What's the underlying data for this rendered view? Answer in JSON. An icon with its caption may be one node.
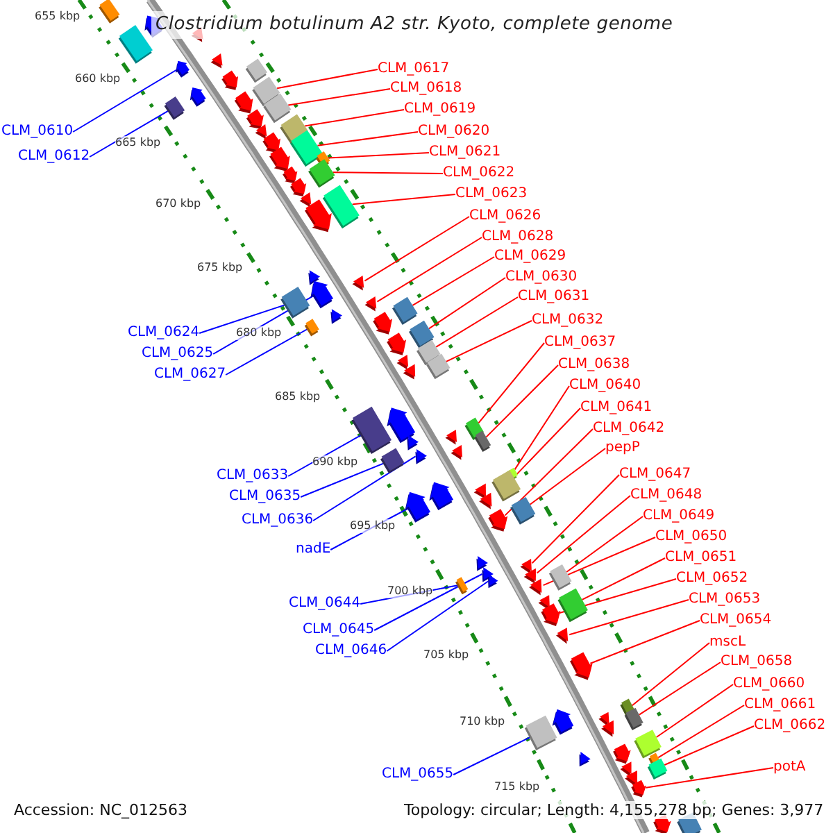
{
  "diagram": {
    "title": "Clostridium botulinum A2 str. Kyoto, complete genome",
    "nodes": [
      {
        "text": [
          "CLM_0617"
        ]
      },
      {
        "text": [
          "CLM_0618"
        ]
      },
      {
        "text": [
          "CLM_0619"
        ]
      },
      {
        "text": [
          "CLM_0610"
        ]
      },
      {
        "text": [
          "CLM_0620"
        ]
      },
      {
        "text": [
          "CLM_0621"
        ]
      },
      {
        "text": [
          "CLM_0612"
        ]
      },
      {
        "text": [
          "CLM_0622"
        ]
      },
      {
        "text": [
          "CLM_0623"
        ]
      },
      {
        "text": [
          "CLM_0626"
        ]
      },
      {
        "text": [
          "CLM_0628"
        ]
      },
      {
        "text": [
          "CLM_0629"
        ]
      },
      {
        "text": [
          "CLM_0630"
        ]
      },
      {
        "text": [
          "CLM_0631"
        ]
      },
      {
        "text": [
          "CLM_0632"
        ]
      },
      {
        "text": [
          "CLM_0624"
        ]
      },
      {
        "text": [
          "CLM_0637"
        ]
      },
      {
        "text": [
          "CLM_0625"
        ]
      },
      {
        "text": [
          "CLM_0638"
        ]
      },
      {
        "text": [
          "CLM_0627"
        ]
      },
      {
        "text": [
          "CLM_0640"
        ]
      },
      {
        "text": [
          "CLM_0641"
        ]
      },
      {
        "text": [
          "CLM_0642"
        ]
      },
      {
        "text": [
          "pepP"
        ]
      },
      {
        "text": [
          "CLM_0647"
        ]
      },
      {
        "text": [
          "CLM_0633"
        ]
      },
      {
        "text": [
          "CLM_0648"
        ]
      },
      {
        "text": [
          "CLM_0635"
        ]
      },
      {
        "text": [
          "CLM_0649"
        ]
      },
      {
        "text": [
          "CLM_0636"
        ]
      },
      {
        "text": [
          "CLM_0650"
        ]
      },
      {
        "text": [
          "nadE"
        ]
      },
      {
        "text": [
          "CLM_0651"
        ]
      },
      {
        "text": [
          "CLM_0652"
        ]
      },
      {
        "text": [
          "CLM_0653"
        ]
      },
      {
        "text": [
          "CLM_0644"
        ]
      },
      {
        "text": [
          "CLM_0654"
        ]
      },
      {
        "text": [
          "CLM_0645"
        ]
      },
      {
        "text": [
          "mscL"
        ]
      },
      {
        "text": [
          "CLM_0646"
        ]
      },
      {
        "text": [
          "CLM_0658"
        ]
      },
      {
        "text": [
          "CLM_0660"
        ]
      },
      {
        "text": [
          "CLM_0661"
        ]
      },
      {
        "text": [
          "CLM_0662"
        ]
      },
      {
        "text": [
          "potA"
        ]
      },
      {
        "text": [
          "CLM_0655"
        ]
      },
      {
        "text": [],
        "shape": "box"
      },
      {
        "text": [],
        "shape": "pentagon"
      },
      {
        "text": [],
        "shape": "triangle"
      },
      {
        "text": [],
        "shape": "box"
      },
      {
        "text": [],
        "shape": "triangle"
      },
      {
        "text": [],
        "shape": "pentagon"
      },
      {
        "text": [],
        "shape": "box"
      },
      {
        "text": [],
        "shape": "pentagon"
      },
      {
        "text": [],
        "shape": "box"
      },
      {
        "text": [],
        "shape": "pentagon"
      },
      {
        "text": [],
        "shape": "pentagon"
      },
      {
        "text": [],
        "shape": "box"
      },
      {
        "text": [],
        "shape": "box"
      },
      {
        "text": [],
        "shape": "pentagon"
      },
      {
        "text": [],
        "shape": "box"
      },
      {
        "text": [],
        "shape": "triangle"
      },
      {
        "text": [],
        "shape": "pentagon"
      },
      {
        "text": [],
        "shape": "box"
      },
      {
        "text": [],
        "shape": "box"
      },
      {
        "text": [],
        "shape": "pentagon"
      },
      {
        "text": [],
        "shape": "box"
      },
      {
        "text": [],
        "shape": "pentagon"
      },
      {
        "text": [],
        "shape": "pentagon"
      },
      {
        "text": [],
        "shape": "triangle"
      },
      {
        "text": [],
        "shape": "box"
      },
      {
        "text": [],
        "shape": "pentagon"
      },
      {
        "text": [],
        "shape": "triangle"
      },
      {
        "text": [],
        "shape": "triangle"
      },
      {
        "text": [],
        "shape": "pentagon"
      },
      {
        "text": [],
        "shape": "box"
      },
      {
        "text": [],
        "shape": "triangle"
      },
      {
        "text": [],
        "shape": "box"
      },
      {
        "text": [],
        "shape": "triangle"
      },
      {
        "text": [],
        "shape": "pentagon"
      },
      {
        "text": [],
        "shape": "box"
      },
      {
        "text": [],
        "shape": "box"
      },
      {
        "text": [],
        "shape": "pentagon"
      },
      {
        "text": [],
        "shape": "box"
      },
      {
        "text": [],
        "shape": "triangle"
      },
      {
        "text": [],
        "shape": "box"
      },
      {
        "text": [],
        "shape": "triangle"
      },
      {
        "text": [],
        "shape": "pentagon"
      },
      {
        "text": [],
        "shape": "box"
      },
      {
        "text": [],
        "shape": "box"
      },
      {
        "text": [],
        "shape": "triangle"
      },
      {
        "text": [],
        "shape": "box"
      },
      {
        "text": [],
        "shape": "triangle"
      },
      {
        "text": [],
        "shape": "triangle"
      },
      {
        "text": [],
        "shape": "triangle"
      },
      {
        "text": [],
        "shape": "box"
      },
      {
        "text": [],
        "shape": "box"
      },
      {
        "text": [],
        "shape": "box"
      },
      {
        "text": [],
        "shape": "triangle"
      },
      {
        "text": [],
        "shape": "pentagon"
      },
      {
        "text": [],
        "shape": "triangle"
      },
      {
        "text": [],
        "shape": "pentagon"
      },
      {
        "text": [],
        "shape": "box"
      },
      {
        "text": [],
        "shape": "pentagon"
      },
      {
        "text": [],
        "shape": "triangle"
      },
      {
        "text": [],
        "shape": "triangle"
      },
      {
        "text": [],
        "shape": "triangle"
      },
      {
        "text": [],
        "shape": "triangle"
      },
      {
        "text": [],
        "shape": "box"
      },
      {
        "text": [],
        "shape": "triangle"
      },
      {
        "text": [],
        "shape": "box"
      },
      {
        "text": [],
        "shape": "triangle"
      },
      {
        "text": [],
        "shape": "triangle"
      },
      {
        "text": [],
        "shape": "box"
      },
      {
        "text": [],
        "shape": "pentagon"
      },
      {
        "text": [],
        "shape": "triangle"
      },
      {
        "text": [],
        "shape": "pentagon"
      },
      {
        "text": [],
        "shape": "box"
      },
      {
        "text": [],
        "shape": "box"
      },
      {
        "text": [],
        "shape": "triangle"
      },
      {
        "text": [],
        "shape": "pentagon"
      },
      {
        "text": [],
        "shape": "triangle"
      },
      {
        "text": [],
        "shape": "box"
      },
      {
        "text": [],
        "shape": "box"
      },
      {
        "text": [],
        "shape": "pentagon"
      },
      {
        "text": [],
        "shape": "triangle"
      },
      {
        "text": [],
        "shape": "box"
      },
      {
        "text": [],
        "shape": "box"
      },
      {
        "text": [],
        "shape": "triangle"
      },
      {
        "text": [],
        "shape": "triangle"
      },
      {
        "text": [],
        "shape": "pentagon"
      },
      {
        "text": [],
        "shape": "pentagon"
      },
      {
        "text": [],
        "shape": "box"
      }
    ],
    "edges": [
      {
        "from": 0,
        "to": 54,
        "arrow": "none"
      },
      {
        "from": 1,
        "to": 58,
        "arrow": "none"
      },
      {
        "from": 2,
        "to": 60,
        "arrow": "none"
      },
      {
        "from": 3,
        "to": 51,
        "arrow": "none",
        "color": "#0000ff"
      },
      {
        "from": 4,
        "to": 63,
        "arrow": "none"
      },
      {
        "from": 5,
        "to": 64,
        "arrow": "none"
      },
      {
        "from": 6,
        "to": 57,
        "arrow": "none",
        "color": "#0000ff"
      },
      {
        "from": 7,
        "to": 66,
        "arrow": "none"
      },
      {
        "from": 8,
        "to": 70,
        "arrow": "none"
      },
      {
        "from": 9,
        "to": 73,
        "arrow": "none"
      },
      {
        "from": 10,
        "to": 76,
        "arrow": "none"
      },
      {
        "from": 11,
        "to": 77,
        "arrow": "none"
      },
      {
        "from": 12,
        "to": 81,
        "arrow": "none"
      },
      {
        "from": 13,
        "to": 83,
        "arrow": "none"
      },
      {
        "from": 14,
        "to": 85,
        "arrow": "none"
      },
      {
        "from": 15,
        "to": 75,
        "arrow": "none",
        "color": "#0000ff"
      },
      {
        "from": 16,
        "to": 88,
        "arrow": "none"
      },
      {
        "from": 17,
        "to": 74,
        "arrow": "none",
        "color": "#0000ff"
      },
      {
        "from": 18,
        "to": 91,
        "arrow": "none"
      },
      {
        "from": 19,
        "to": 80,
        "arrow": "none",
        "color": "#0000ff"
      },
      {
        "from": 20,
        "to": 96,
        "arrow": "none"
      },
      {
        "from": 21,
        "to": 97,
        "arrow": "none"
      },
      {
        "from": 22,
        "to": 103,
        "arrow": "none"
      },
      {
        "from": 23,
        "to": 102,
        "arrow": "none"
      },
      {
        "from": 24,
        "to": 105,
        "arrow": "none"
      },
      {
        "from": 25,
        "to": 89,
        "arrow": "none",
        "color": "#0000ff"
      },
      {
        "from": 26,
        "to": 107,
        "arrow": "none"
      },
      {
        "from": 27,
        "to": 95,
        "arrow": "none",
        "color": "#0000ff"
      },
      {
        "from": 28,
        "to": 108,
        "arrow": "none"
      },
      {
        "from": 29,
        "to": 94,
        "arrow": "none",
        "color": "#0000ff"
      },
      {
        "from": 30,
        "to": 111,
        "arrow": "none"
      },
      {
        "from": 31,
        "to": 101,
        "arrow": "none",
        "color": "#0000ff"
      },
      {
        "from": 32,
        "to": 113,
        "arrow": "none"
      },
      {
        "from": 33,
        "to": 114,
        "arrow": "none"
      },
      {
        "from": 34,
        "to": 115,
        "arrow": "none"
      },
      {
        "from": 35,
        "to": 110,
        "arrow": "none",
        "color": "#0000ff"
      },
      {
        "from": 36,
        "to": 116,
        "arrow": "none"
      },
      {
        "from": 37,
        "to": 106,
        "arrow": "none",
        "color": "#0000ff"
      },
      {
        "from": 38,
        "to": 117,
        "arrow": "none"
      },
      {
        "from": 39,
        "to": 109,
        "arrow": "none",
        "color": "#0000ff"
      },
      {
        "from": 40,
        "to": 118,
        "arrow": "none"
      },
      {
        "from": 41,
        "to": 123,
        "arrow": "none"
      },
      {
        "from": 42,
        "to": 126,
        "arrow": "none"
      },
      {
        "from": 43,
        "to": 127,
        "arrow": "none"
      },
      {
        "from": 44,
        "to": 130,
        "arrow": "none"
      },
      {
        "from": 45,
        "to": 122,
        "arrow": "none",
        "color": "#0000ff"
      }
    ],
    "labels": [
      "655 kbp",
      "660 kbp",
      "665 kbp",
      "670 kbp",
      "675 kbp",
      "680 kbp",
      "685 kbp",
      "690 kbp",
      "695 kbp",
      "700 kbp",
      "705 kbp",
      "710 kbp",
      "715 kbp",
      "Accession: NC_012563",
      "Topology: circular; Length: 4,155,278 bp; Genes: 3,977"
    ]
  }
}
